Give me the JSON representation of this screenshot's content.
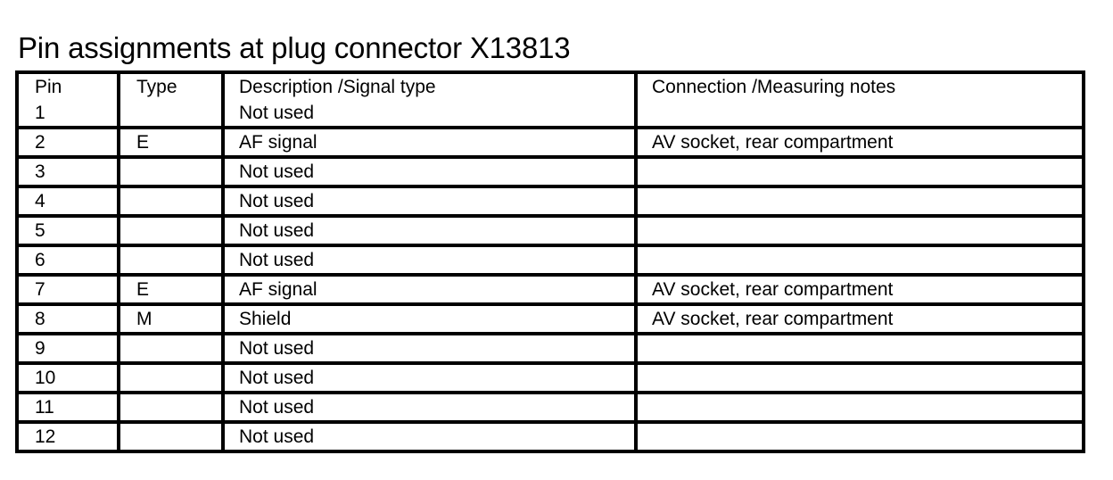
{
  "document": {
    "title": "Pin assignments at plug connector X13813"
  },
  "table": {
    "columns": [
      {
        "key": "pin",
        "label": "Pin"
      },
      {
        "key": "type",
        "label": "Type"
      },
      {
        "key": "desc",
        "label": "Description /Signal type"
      },
      {
        "key": "conn",
        "label": "Connection /Measuring notes"
      }
    ],
    "rows": [
      {
        "pin": "1",
        "type": "",
        "desc": "Not used",
        "conn": ""
      },
      {
        "pin": "2",
        "type": "E",
        "desc": "AF signal",
        "conn": "AV socket, rear compartment"
      },
      {
        "pin": "3",
        "type": "",
        "desc": "Not used",
        "conn": ""
      },
      {
        "pin": "4",
        "type": "",
        "desc": "Not used",
        "conn": ""
      },
      {
        "pin": "5",
        "type": "",
        "desc": "Not used",
        "conn": ""
      },
      {
        "pin": "6",
        "type": "",
        "desc": "Not used",
        "conn": ""
      },
      {
        "pin": "7",
        "type": "E",
        "desc": "AF signal",
        "conn": "AV socket, rear compartment"
      },
      {
        "pin": "8",
        "type": "M",
        "desc": "Shield",
        "conn": "AV socket, rear compartment"
      },
      {
        "pin": "9",
        "type": "",
        "desc": "Not used",
        "conn": ""
      },
      {
        "pin": "10",
        "type": "",
        "desc": "Not used",
        "conn": ""
      },
      {
        "pin": "11",
        "type": "",
        "desc": "Not used",
        "conn": ""
      },
      {
        "pin": "12",
        "type": "",
        "desc": "Not used",
        "conn": ""
      }
    ]
  },
  "colors": {
    "background": "#ffffff",
    "text": "#000000",
    "border": "#000000"
  }
}
